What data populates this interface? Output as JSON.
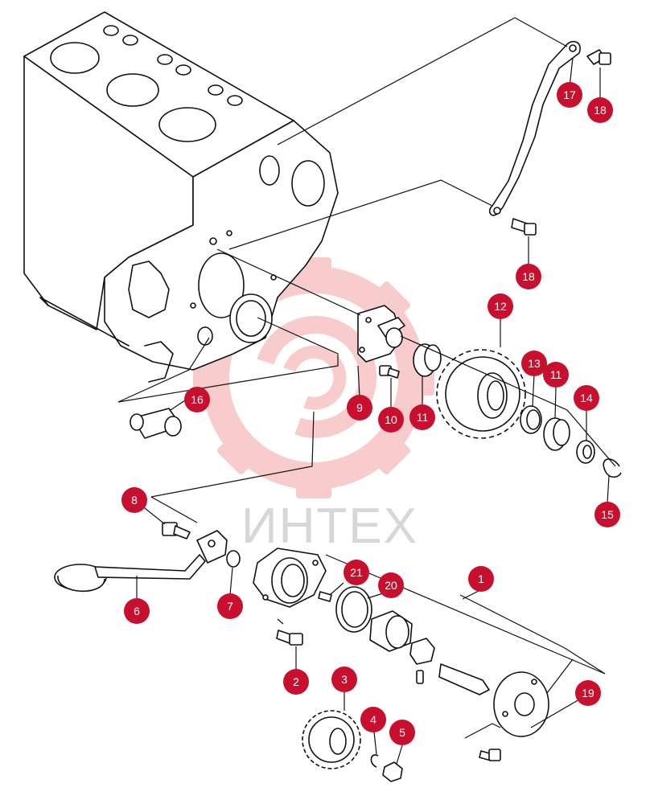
{
  "watermark": {
    "text": "ИНТЕХ",
    "color": "#f4a3a3"
  },
  "badge_color": "#c8102e",
  "callouts": [
    {
      "id": "b1",
      "label": "1"
    },
    {
      "id": "b2",
      "label": "2"
    },
    {
      "id": "b3",
      "label": "3"
    },
    {
      "id": "b4",
      "label": "4"
    },
    {
      "id": "b5",
      "label": "5"
    },
    {
      "id": "b6",
      "label": "6"
    },
    {
      "id": "b7",
      "label": "7"
    },
    {
      "id": "b8",
      "label": "8"
    },
    {
      "id": "b9",
      "label": "9"
    },
    {
      "id": "b10",
      "label": "10"
    },
    {
      "id": "b11a",
      "label": "11"
    },
    {
      "id": "b11b",
      "label": "11"
    },
    {
      "id": "b12",
      "label": "12"
    },
    {
      "id": "b13",
      "label": "13"
    },
    {
      "id": "b14",
      "label": "14"
    },
    {
      "id": "b15",
      "label": "15"
    },
    {
      "id": "b16",
      "label": "16"
    },
    {
      "id": "b17",
      "label": "17"
    },
    {
      "id": "b18a",
      "label": "18"
    },
    {
      "id": "b18b",
      "label": "18"
    },
    {
      "id": "b19",
      "label": "19"
    },
    {
      "id": "b20",
      "label": "20"
    },
    {
      "id": "b21",
      "label": "21"
    }
  ]
}
